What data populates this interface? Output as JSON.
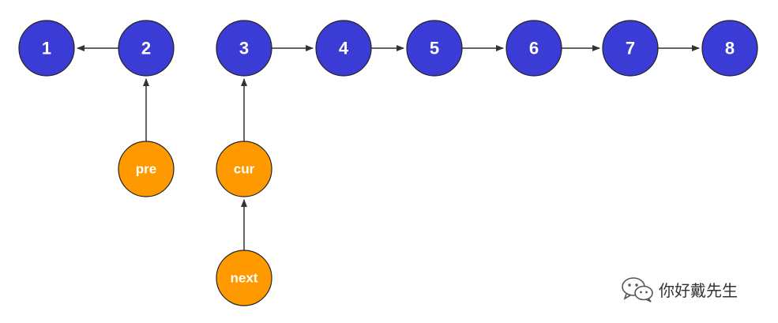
{
  "colors": {
    "list_node_fill": "#3b3bd6",
    "pointer_node_fill": "#ff9900",
    "stroke": "#222222",
    "label": "#ffffff"
  },
  "list_nodes": [
    {
      "id": "n1",
      "label": "1"
    },
    {
      "id": "n2",
      "label": "2"
    },
    {
      "id": "n3",
      "label": "3"
    },
    {
      "id": "n4",
      "label": "4"
    },
    {
      "id": "n5",
      "label": "5"
    },
    {
      "id": "n6",
      "label": "6"
    },
    {
      "id": "n7",
      "label": "7"
    },
    {
      "id": "n8",
      "label": "8"
    }
  ],
  "pointer_nodes": [
    {
      "id": "pre",
      "label": "pre",
      "points_to": "n2"
    },
    {
      "id": "cur",
      "label": "cur",
      "points_to": "n3"
    },
    {
      "id": "next",
      "label": "next",
      "points_to": "cur"
    }
  ],
  "links": [
    {
      "from": "n2",
      "to": "n1"
    },
    {
      "from": "n3",
      "to": "n4"
    },
    {
      "from": "n4",
      "to": "n5"
    },
    {
      "from": "n5",
      "to": "n6"
    },
    {
      "from": "n6",
      "to": "n7"
    },
    {
      "from": "n7",
      "to": "n8"
    }
  ],
  "watermark": {
    "icon": "wechat-icon",
    "text": "你好戴先生"
  }
}
